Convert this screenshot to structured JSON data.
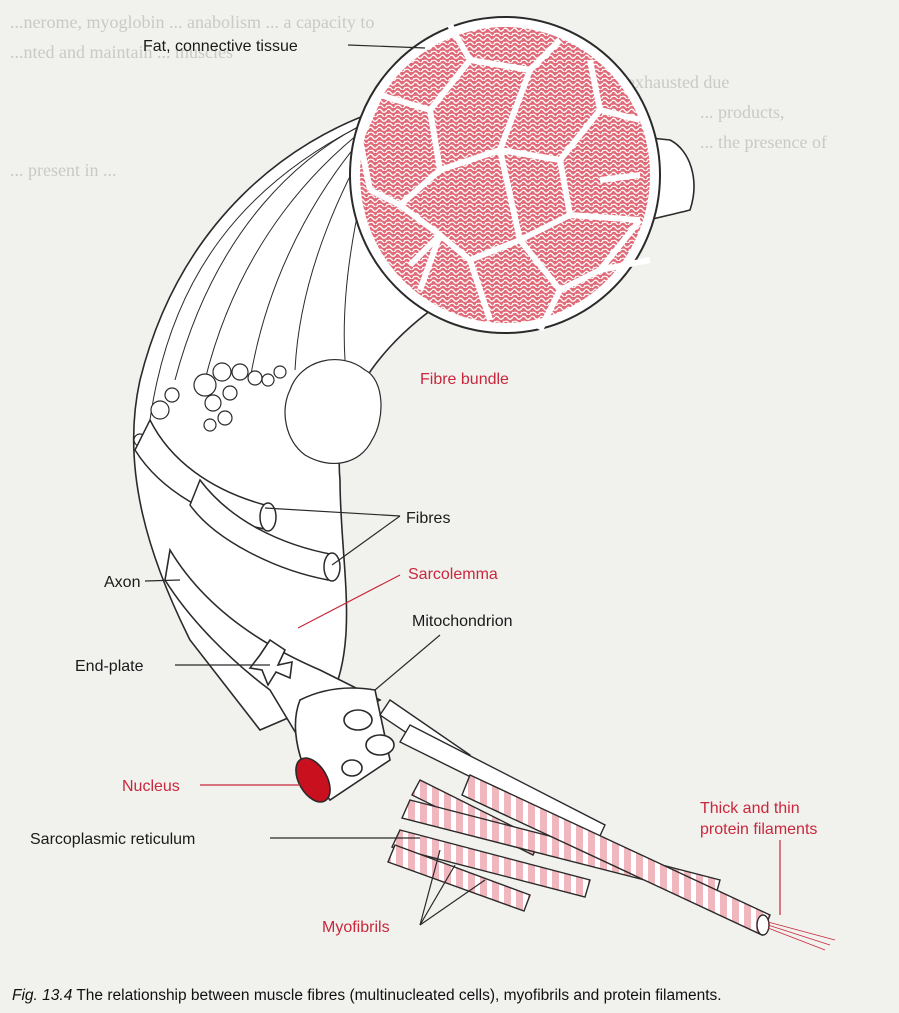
{
  "background_text": [
    "...nerome, myoglobin ... anabolism ... a capacity to",
    "...nted and maintain ... muscles",
    "... quickly become exhausted due",
    "... products,",
    "... the presence of",
    "... present in ..."
  ],
  "labels": {
    "fat_connective_tissue": "Fat, connective tissue",
    "fibre_bundle": "Fibre bundle",
    "fibres": "Fibres",
    "axon": "Axon",
    "sarcolemma": "Sarcolemma",
    "mitochondrion": "Mitochondrion",
    "end_plate": "End-plate",
    "nucleus": "Nucleus",
    "sarcoplasmic_reticulum": "Sarcoplasmic reticulum",
    "thick_thin_line1": "Thick and thin",
    "thick_thin_line2": "protein filaments",
    "myofibrils": "Myofibrils"
  },
  "caption": {
    "fig": "Fig. 13.4",
    "text": " The relationship between muscle fibres (multinucleated cells), myofibrils and protein filaments."
  },
  "colors": {
    "label_red": "#c8283c",
    "fibre_red": "#c8283c",
    "band_pink": "#f0b7bf",
    "nucleus_red": "#c8101f",
    "line": "#2a2a2a"
  }
}
